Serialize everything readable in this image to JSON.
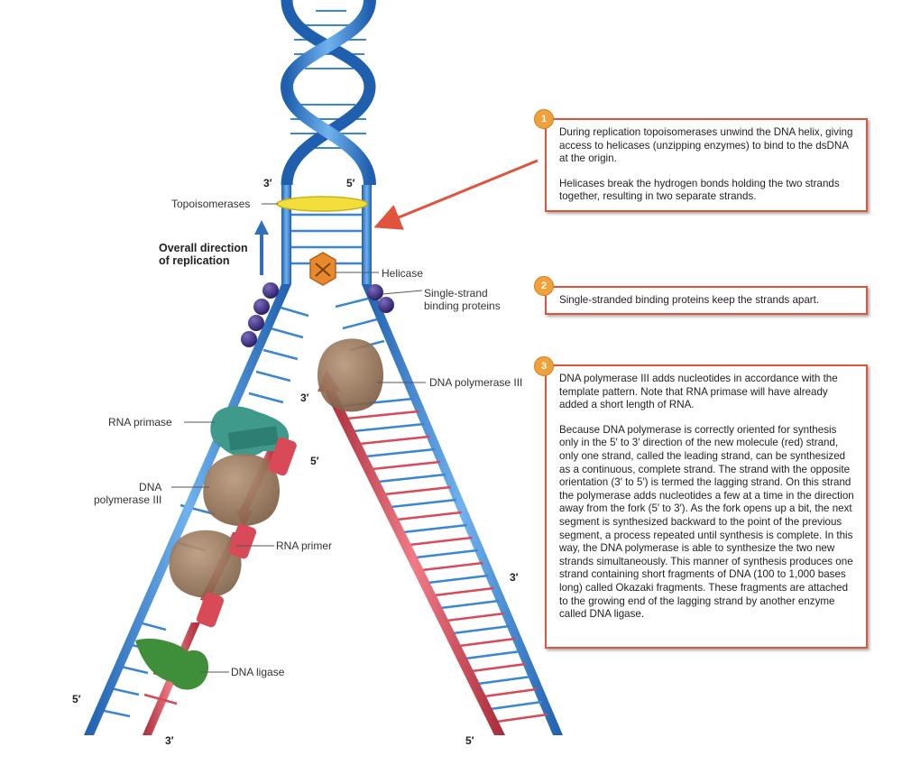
{
  "labels": {
    "topoisomerases": "Topoisomerases",
    "overall_direction": [
      "Overall direction",
      "of replication"
    ],
    "helicase": "Helicase",
    "ssb": [
      "Single-strand",
      "binding proteins"
    ],
    "dna_pol_iii_right": "DNA polymerase III",
    "rna_primase": "RNA primase",
    "dna_pol_iii_left": [
      "DNA",
      "polymerase III"
    ],
    "rna_primer": "RNA primer",
    "dna_ligase": "DNA ligase"
  },
  "strand_ends": {
    "top_left": "3′",
    "top_right": "5′",
    "fork_inner": "3′",
    "lagging_inner": "5′",
    "leading_right": "3′",
    "bottom_left_outer": "5′",
    "bottom_left_inner": "3′",
    "bottom_right": "5′"
  },
  "callouts": [
    {
      "number": "1",
      "paragraphs": [
        "During replication topoisomerases unwind the DNA helix, giving access to helicases (unzipping enzymes) to bind to the dsDNA at the origin.",
        "Helicases break the hydrogen bonds holding the two strands together, resulting in two separate strands."
      ]
    },
    {
      "number": "2",
      "paragraphs": [
        "Single-stranded binding proteins keep the strands apart."
      ]
    },
    {
      "number": "3",
      "paragraphs": [
        "DNA polymerase III adds nucleotides in accordance with the template pattern. Note that RNA primase will have already added a short length of RNA.",
        "Because DNA polymerase is correctly oriented for synthesis only in the 5′ to 3′ direction of the new molecule (red) strand, only one strand, called the leading strand, can be synthesized as a continuous, complete strand. The strand with the opposite orientation (3′ to 5′) is termed the lagging strand. On this strand the polymerase adds nucleotides a few at a time in the direction away from the fork (5′ to 3′). As the fork opens up a bit, the next segment is synthesized backward to the point of the previous segment, a process repeated until synthesis is complete. In this way, the DNA polymerase is able to synthesize the two new strands simultaneously. This manner of synthesis produces one strand containing short fragments of DNA (100 to 1,000 bases long) called Okazaki fragments. These fragments are attached to the growing end of the lagging strand by another enzyme called DNA ligase."
      ]
    }
  ],
  "colors": {
    "parent_strand": "#3a86d4",
    "new_strand": "#d84a57",
    "callout_border": "#e0533d",
    "callout_number": "#f0a23a",
    "topoisomerase": "#f2df3c",
    "helicase": "#e88a2b",
    "ssb": "#4b3a8c",
    "polymerase": "#9c7b5e",
    "primase": "#3f9a8c",
    "ligase": "#3f8f3a"
  }
}
